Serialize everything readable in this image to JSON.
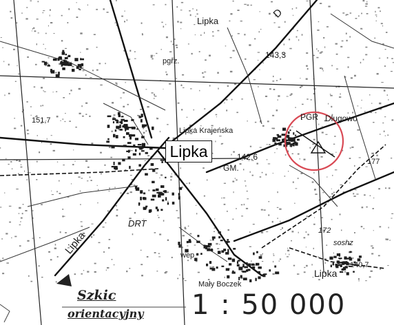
{
  "map": {
    "labels": {
      "lipka_top": "Lipka",
      "elev_143": "143,3",
      "pgrz": "pgrz.",
      "elev_151": "151,7",
      "lipka_krajenska": "Lipka Krajeńska",
      "elev_142": "142,6",
      "gm": "GM.",
      "pgr": "PGR",
      "dlugowo": "Długowo",
      "drt": "DRT",
      "lipka_road": "Lipka",
      "d_road": "D",
      "wep": "wep",
      "elev_177": "177",
      "elev_172": "172",
      "sosnz": "sosnz",
      "elev_140": "140,7",
      "lipka_bottom": "Lipka",
      "maly_boczek": "Mały Boczek"
    },
    "highlight_label": "Lipka",
    "scale_word_1": "Szkic",
    "scale_word_2": "orientacyjny",
    "scale_ratio": "1 : 50 000",
    "marker_color": "#d94a55"
  }
}
